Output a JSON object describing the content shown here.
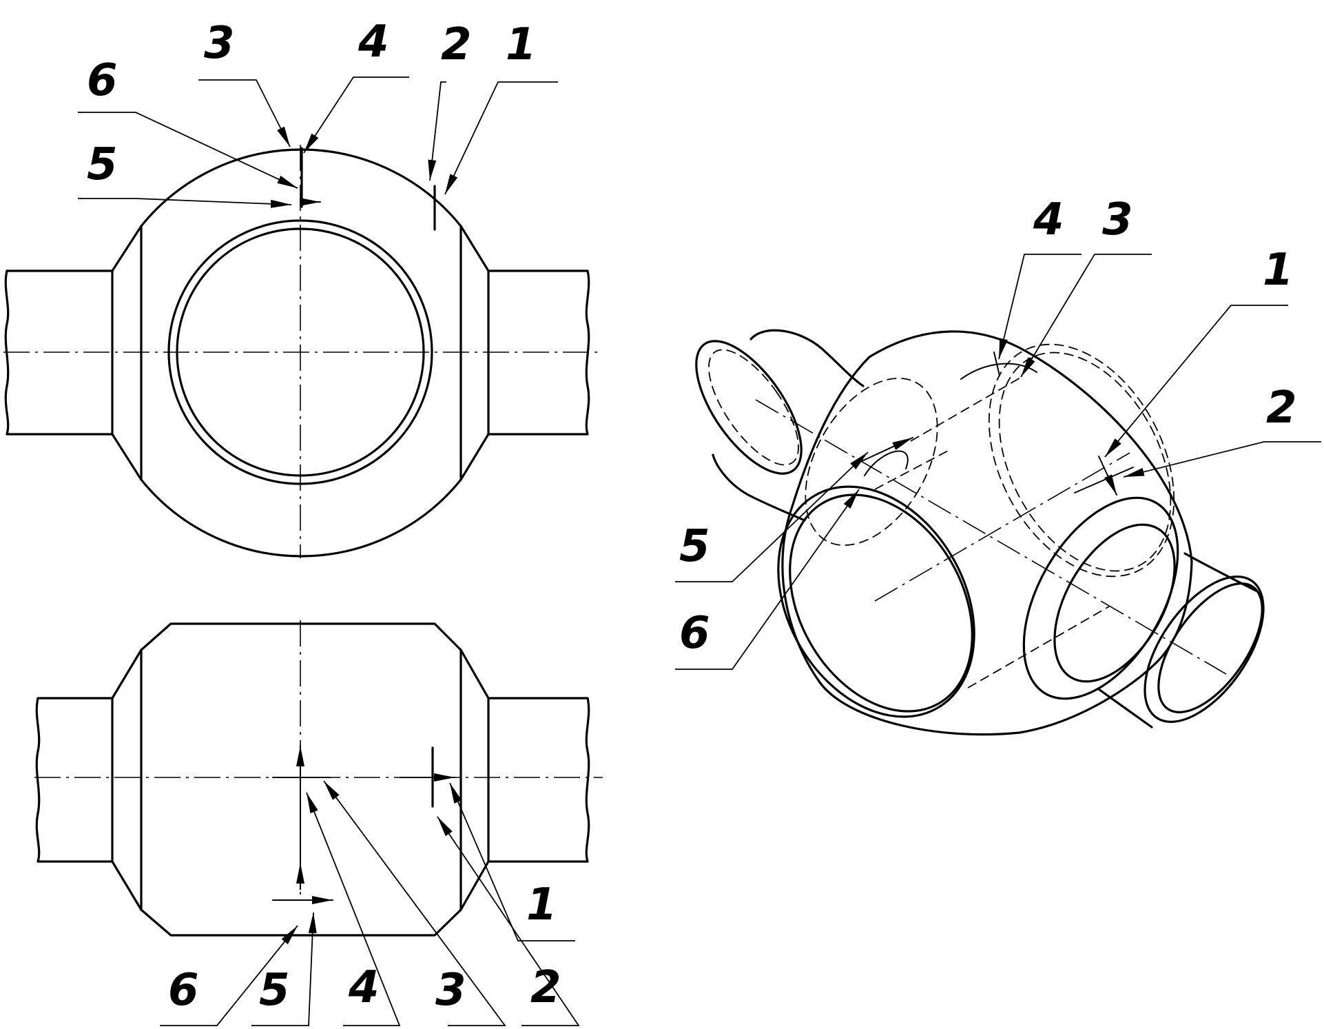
{
  "figure": {
    "front_view": {
      "callouts": [
        {
          "id": "c3",
          "text": "3"
        },
        {
          "id": "c4",
          "text": "4"
        },
        {
          "id": "c2",
          "text": "2"
        },
        {
          "id": "c1",
          "text": "1"
        },
        {
          "id": "c6",
          "text": "6"
        },
        {
          "id": "c5",
          "text": "5"
        }
      ]
    },
    "top_view": {
      "callouts": [
        {
          "id": "c1",
          "text": "1"
        },
        {
          "id": "c6",
          "text": "6"
        },
        {
          "id": "c5",
          "text": "5"
        },
        {
          "id": "c4",
          "text": "4"
        },
        {
          "id": "c3",
          "text": "3"
        },
        {
          "id": "c2",
          "text": "2"
        }
      ]
    },
    "iso_view": {
      "callouts": [
        {
          "id": "c4",
          "text": "4"
        },
        {
          "id": "c3",
          "text": "3"
        },
        {
          "id": "c1",
          "text": "1"
        },
        {
          "id": "c2",
          "text": "2"
        },
        {
          "id": "c5",
          "text": "5"
        },
        {
          "id": "c6",
          "text": "6"
        }
      ]
    }
  }
}
